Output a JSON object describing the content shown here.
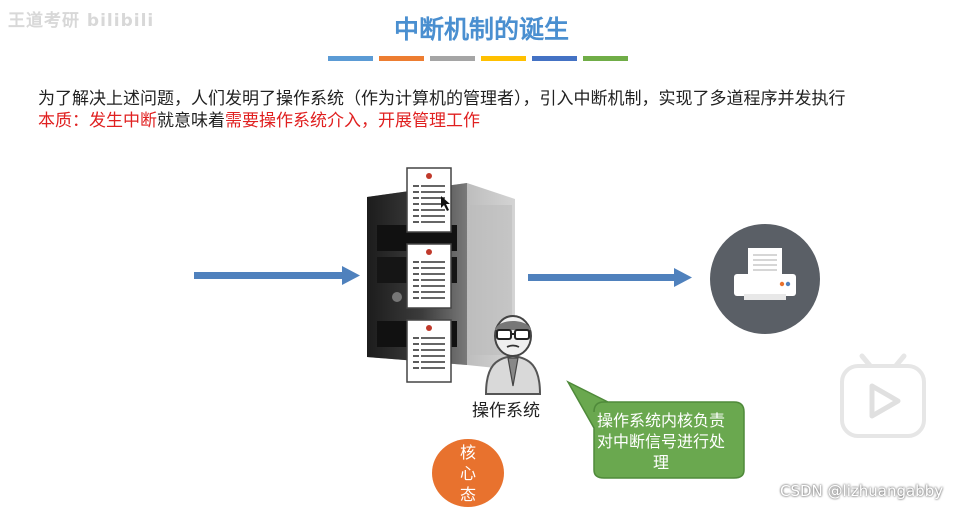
{
  "watermark": {
    "text": "王道考研 bilibili"
  },
  "slide": {
    "title": "中断机制的诞生",
    "title_bar_colors": [
      "#5b9bd5",
      "#ed7d31",
      "#a5a5a5",
      "#ffc000",
      "#4472c4",
      "#70ad47"
    ],
    "intro": "为了解决上述问题，人们发明了操作系统（作为计算机的管理者），引入中断机制，实现了多道程序并发执行",
    "essence": {
      "part1": "本质：发生中断",
      "part2": "就意味着",
      "part3": "需要操作系统介入，开展管理工作"
    }
  },
  "diagram": {
    "os_label": "操作系统",
    "kernel_note": "操作系统内核负责对中断信号进行处理",
    "core_state": "核心态",
    "icons": [
      "server-icon",
      "program-document-icon",
      "printer-icon",
      "os-person-icon",
      "play-icon"
    ]
  },
  "footer": {
    "credit": "CSDN @lizhuangabby"
  },
  "colors": {
    "title": "#4a8fd0",
    "arrow": "#4f81bd",
    "emphasis_red": "#e02020",
    "bubble_green": "#6aa84f",
    "core_orange": "#e8722e",
    "printer_circle": "#5a5f66"
  }
}
